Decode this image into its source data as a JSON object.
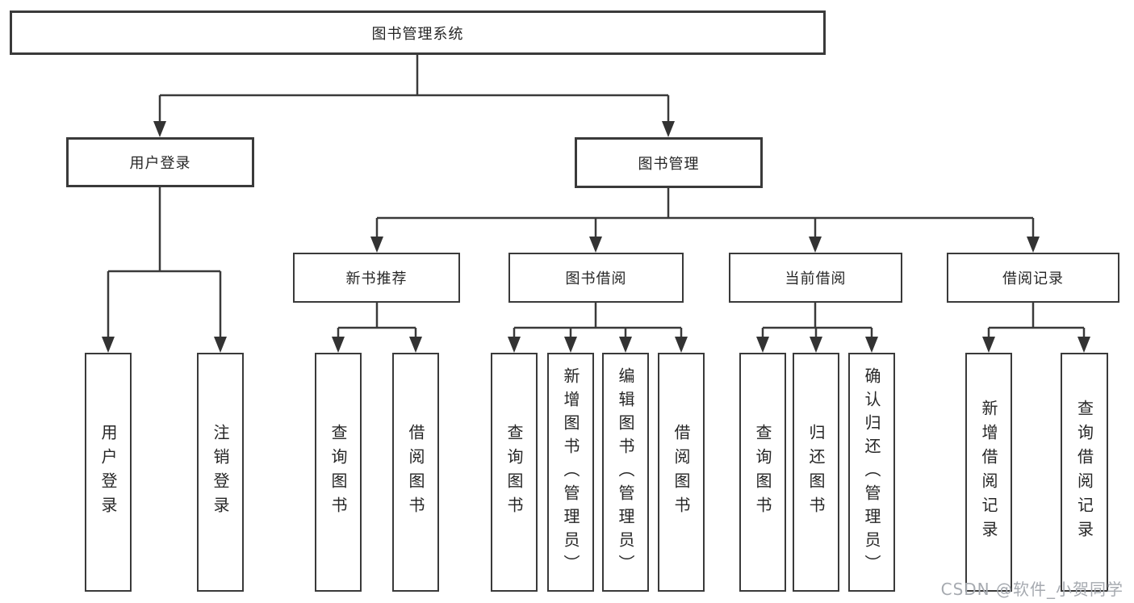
{
  "colors": {
    "background": "#ffffff",
    "line": "#3a3a3a",
    "node_border": "#3a3a3a",
    "node_fill": "#ffffff",
    "text": "#262626",
    "watermark": "#a6aab0"
  },
  "diagram": {
    "type": "tree",
    "root": {
      "label": "图书管理系统"
    },
    "level2": [
      {
        "id": "user_login",
        "label": "用户登录",
        "parent": "root"
      },
      {
        "id": "book_mgmt",
        "label": "图书管理",
        "parent": "root"
      }
    ],
    "level3": [
      {
        "id": "new_books",
        "label": "新书推荐",
        "parent": "book_mgmt"
      },
      {
        "id": "book_borrow",
        "label": "图书借阅",
        "parent": "book_mgmt"
      },
      {
        "id": "current_borrow",
        "label": "当前借阅",
        "parent": "book_mgmt"
      },
      {
        "id": "borrow_records",
        "label": "借阅记录",
        "parent": "book_mgmt"
      }
    ],
    "leaves": {
      "user_login": [
        {
          "label": "用户登录"
        },
        {
          "label": "注销登录"
        }
      ],
      "new_books": [
        {
          "label": "查询图书"
        },
        {
          "label": "借阅图书"
        }
      ],
      "book_borrow": [
        {
          "label": "查询图书"
        },
        {
          "label": "新增图书（管理员）"
        },
        {
          "label": "编辑图书（管理员）"
        },
        {
          "label": "借阅图书"
        }
      ],
      "current_borrow": [
        {
          "label": "查询图书"
        },
        {
          "label": "归还图书"
        },
        {
          "label": "确认归还（管理员）"
        }
      ],
      "borrow_records": [
        {
          "label": "新增借阅记录"
        },
        {
          "label": "查询借阅记录"
        }
      ]
    }
  },
  "watermark": {
    "text": "CSDN @软件_小贺同学"
  }
}
